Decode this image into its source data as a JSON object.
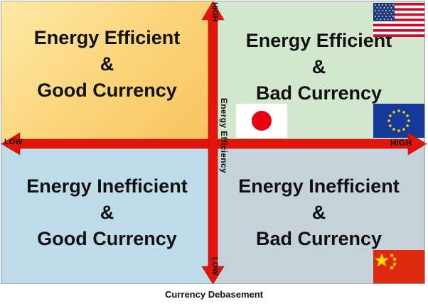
{
  "quadrants": {
    "top_left": {
      "line1": "Energy Efficient",
      "line2": "&",
      "line3": "Good Currency"
    },
    "top_right": {
      "line1": "Energy Efficient",
      "line2": "&",
      "line3": "Bad Currency"
    },
    "bottom_left": {
      "line1": "Energy Inefficient",
      "line2": "&",
      "line3": "Good Currency"
    },
    "bottom_right": {
      "line1": "Energy Inefficient",
      "line2": "&",
      "line3": "Bad Currency"
    }
  },
  "axes": {
    "x": {
      "title": "Currency Debasement",
      "low": "LOW",
      "high": "HIGH"
    },
    "y": {
      "title": "Energy Efficiency",
      "low": "LOW",
      "high": "HIGH"
    }
  },
  "flags": [
    {
      "id": "us",
      "icon": "us-flag-icon"
    },
    {
      "id": "jp",
      "icon": "japan-flag-icon"
    },
    {
      "id": "eu",
      "icon": "eu-flag-icon"
    },
    {
      "id": "cn",
      "icon": "china-flag-icon"
    }
  ],
  "colors": {
    "arrow": "#e2150c",
    "top_left": "#fbd378",
    "top_right": "#d2e7cd",
    "bottom_left": "#bfdbea",
    "bottom_right": "#c6d2da"
  }
}
